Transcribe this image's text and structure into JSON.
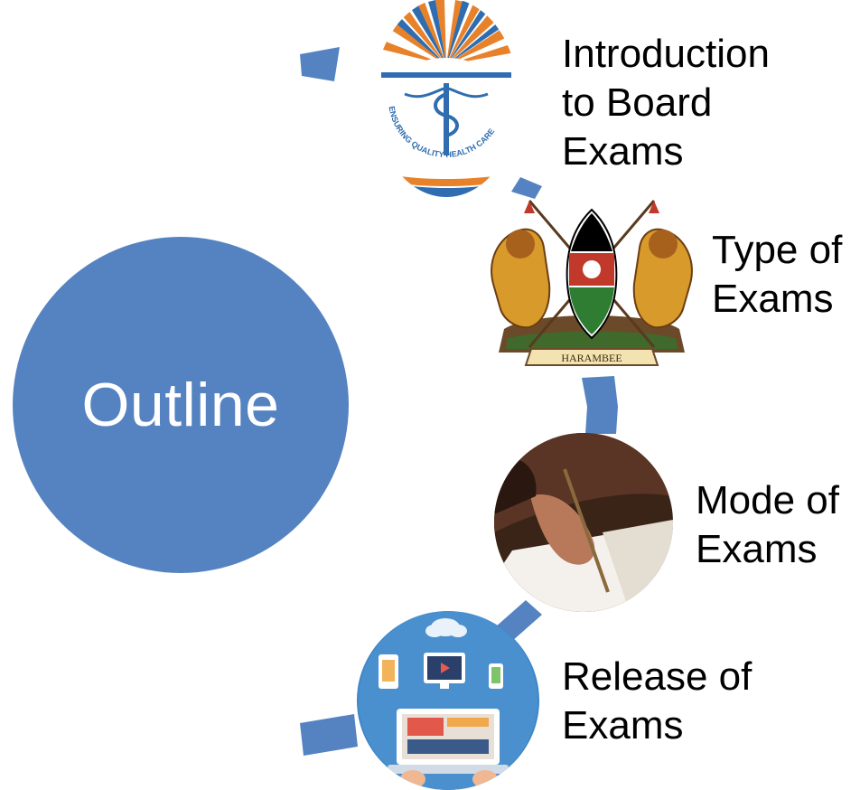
{
  "hub": {
    "label": "Outline"
  },
  "items": [
    {
      "lines": [
        "Introduction",
        "to Board",
        "Exams"
      ],
      "image": "board-seal-logo"
    },
    {
      "lines": [
        "Type of",
        "Exams"
      ],
      "image": "kenya-coat-of-arms"
    },
    {
      "lines": [
        "Mode of",
        "Exams"
      ],
      "image": "writing-exam-photo"
    },
    {
      "lines": [
        "Release of",
        "Exams"
      ],
      "image": "online-devices-illustration"
    }
  ],
  "seal_text": "ENSURING QUALITY HEALTH CARE",
  "motto_text": "HARAMBEE",
  "colors": {
    "accent": "#5583c1",
    "text": "#000000",
    "hub_text": "#ffffff"
  }
}
